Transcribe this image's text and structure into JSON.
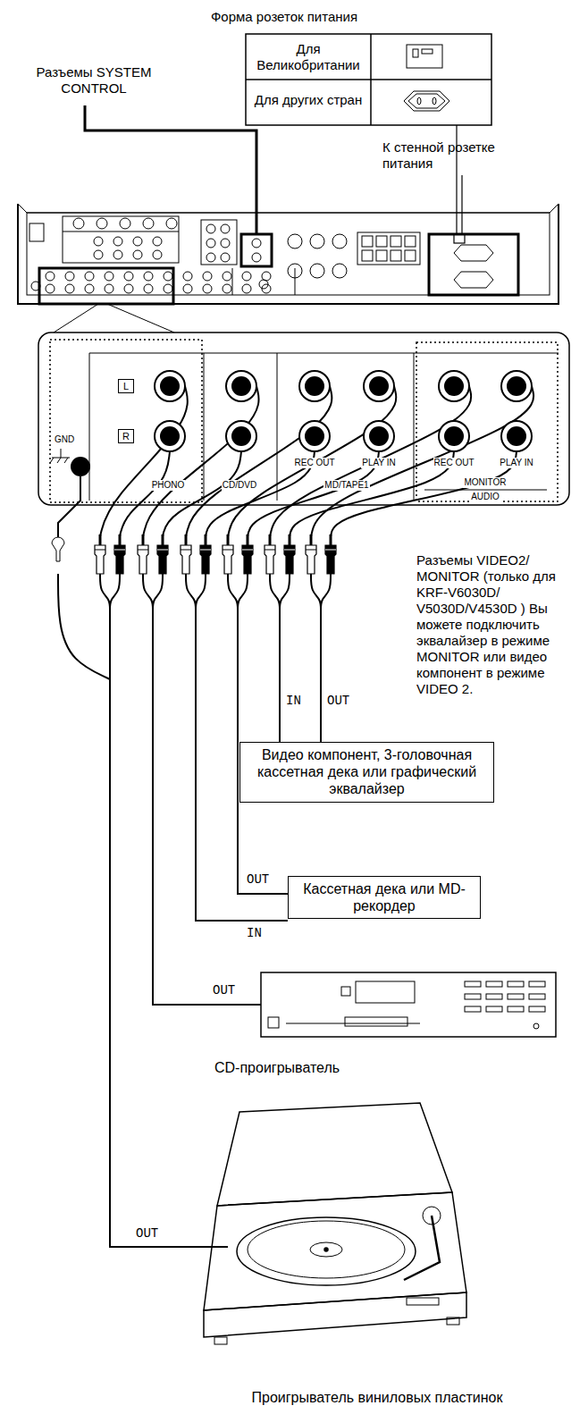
{
  "diagram": {
    "nodes": [
      {
        "text": [
          "Видео компонент, 3-головочная кассетная дека или графический эквалайзер"
        ]
      },
      {
        "text": [
          "Кассетная дека или MD-рекордер"
        ]
      },
      {
        "text": [
          "CD-проигрыватель"
        ]
      },
      {
        "text": [
          "Проигрыватель виниловых пластинок"
        ]
      }
    ],
    "labels": [
      "Форма розеток питания",
      "Для Великобритании",
      "Для других стран",
      "Разъемы SYSTEM CONTROL",
      "К стенной розетке питания",
      "L",
      "R",
      "GND",
      "PHONO",
      "CD/DVD",
      "MD/TAPE1",
      "REC OUT",
      "PLAY IN",
      "REC OUT",
      "PLAY IN",
      "MONITOR",
      "AUDIO",
      "Разъемы VIDEO2/ MONITOR (только для KRF-V6030D/ V5030D/V4530D ) Вы можете подключить эквалайзер в режиме MONITOR или видео компонент в режиме VIDEO 2.",
      "IN",
      "OUT",
      "OUT",
      "IN",
      "OUT",
      "OUT"
    ]
  }
}
